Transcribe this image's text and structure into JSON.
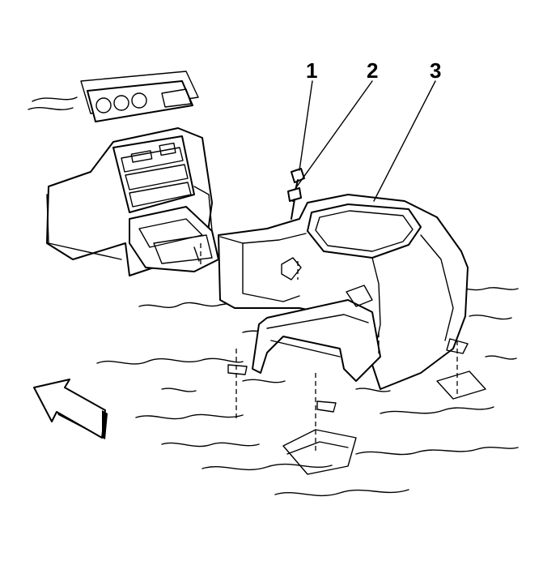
{
  "callouts": [
    {
      "label": "1",
      "part": "fastener"
    },
    {
      "label": "2",
      "part": "fastener"
    },
    {
      "label": "3",
      "part": "console"
    }
  ],
  "colors": {
    "line": "#000000",
    "background": "#ffffff"
  }
}
